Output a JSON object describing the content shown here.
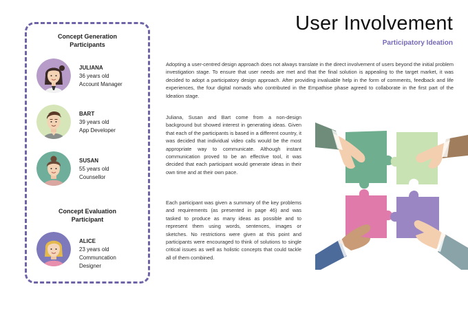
{
  "header": {
    "title": "User Involvement",
    "subtitle": "Participatory Ideation"
  },
  "panel": {
    "generation_title_1": "Concept Generation",
    "generation_title_2": "Participants",
    "evaluation_title_1": "Concept Evaluation",
    "evaluation_title_2": "Participant",
    "participants": [
      {
        "name": "JULIANA",
        "age": "36 years old",
        "role": "Account Manager",
        "role2": ""
      },
      {
        "name": "BART",
        "age": "39 years old",
        "role": "App Developer",
        "role2": ""
      },
      {
        "name": "SUSAN",
        "age": "55 years old",
        "role": "Counsellor",
        "role2": ""
      },
      {
        "name": "ALICE",
        "age": "23 years old",
        "role": "Communcation",
        "role2": "Designer"
      }
    ]
  },
  "body": {
    "paragraph1": "Adopting a user-centred design approach does not always translate in the direct involvement of users beyond the initial problem investigation stage. To ensure that user needs are met and that the final solution is appealing to the target market, it was decided to adopt a participatory design approach. After providing invaluable help in the form of comments, feedback and life experiences, the four digital nomads who contributed in the Empathise phase agreed to collaborate in the first part of the Ideation stage.",
    "paragraph2": "Juliana, Susan and Bart come from a non-design background but showed interest in generating ideas. Given that each of the participants is based in a different country, it was decided that individual video calls would be the most appropriate way to communicate. Although instant communication proved to be an effective tool, it was decided that each participant would generate ideas in their own time and at their own pace.",
    "paragraph3": "Each participant was given a summary of the key problems and requirements (as presented in page 46) and was tasked to produce as many ideas as possible and to represent them using words, sentences, images or sketches. No restrictions were given at this point and participants were encouraged to think of solutions to single critical issues as well as holistic concepts that could tackle all of them combined."
  },
  "colors": {
    "accent": "#7569b6",
    "puzzle_green": "#6fae8e",
    "puzzle_lightgreen": "#c9e2b3",
    "puzzle_pink": "#e07aab",
    "puzzle_purple": "#9b86c4"
  },
  "icons": {
    "illustration": "puzzle-hands-illustration"
  }
}
